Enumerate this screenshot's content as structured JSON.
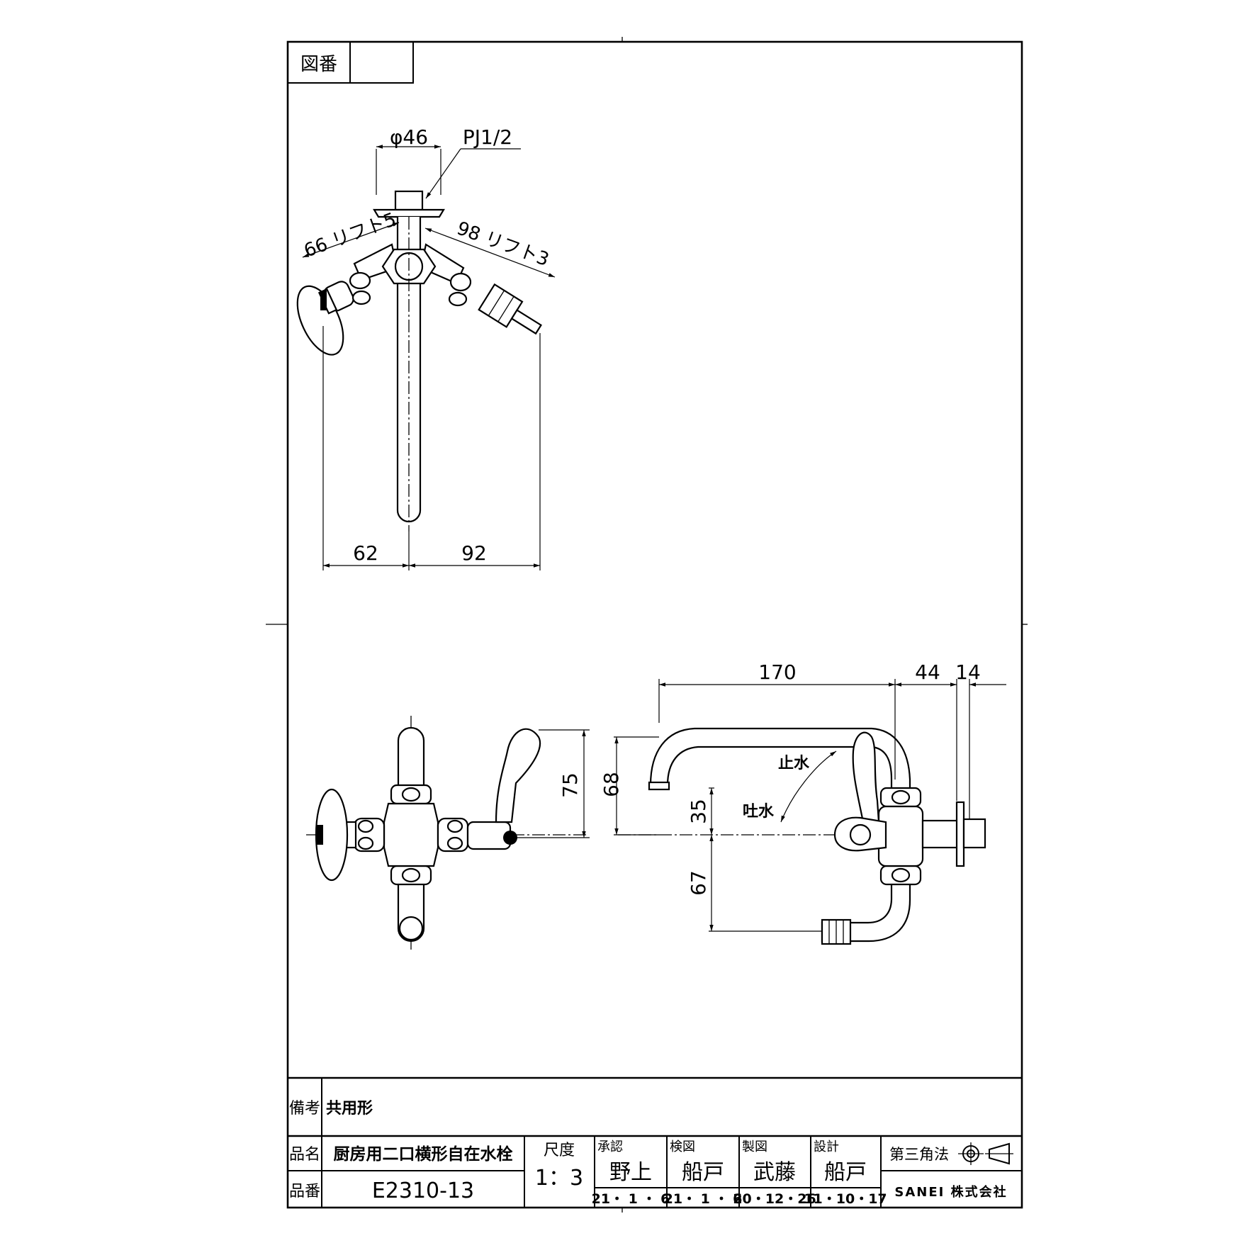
{
  "title_block": {
    "drawing_number_label": "図番",
    "drawing_number_value": "",
    "remarks_label": "備考",
    "remarks_value": "共用形",
    "product_name_label": "品名",
    "product_name_value": "厨房用二口横形自在水栓",
    "product_number_label": "品番",
    "product_number_value": "E2310-13",
    "scale_label": "尺度",
    "scale_value": "1：3",
    "approved_label": "承認",
    "approved_name": "野上",
    "approved_date": "21・ 1 ・ 6",
    "checked_label": "検図",
    "checked_name": "船戸",
    "checked_date": "21・ 1 ・ 6",
    "drafted_label": "製図",
    "drafted_name": "武藤",
    "drafted_date": "20・12・26",
    "design_label": "設計",
    "design_name": "船戸",
    "design_date": "11・10・17",
    "projection_label": "第三角法",
    "company": "SANEI 株式会社"
  },
  "top_view": {
    "dim_diameter": "φ46",
    "dim_thread": "PJ1/2",
    "dim_left_lift": "66 リフト5",
    "dim_right_lift": "98 リフト3",
    "dim_left": "62",
    "dim_right": "92"
  },
  "side_view": {
    "dim_width": "170",
    "dim_44": "44",
    "dim_14": "14",
    "dim_68": "68",
    "dim_35": "35",
    "dim_67": "67",
    "label_stop": "止水",
    "label_discharge": "吐水"
  },
  "front_view": {
    "dim_75": "75"
  },
  "icons": {
    "projection_symbol": "third-angle-projection-icon"
  }
}
